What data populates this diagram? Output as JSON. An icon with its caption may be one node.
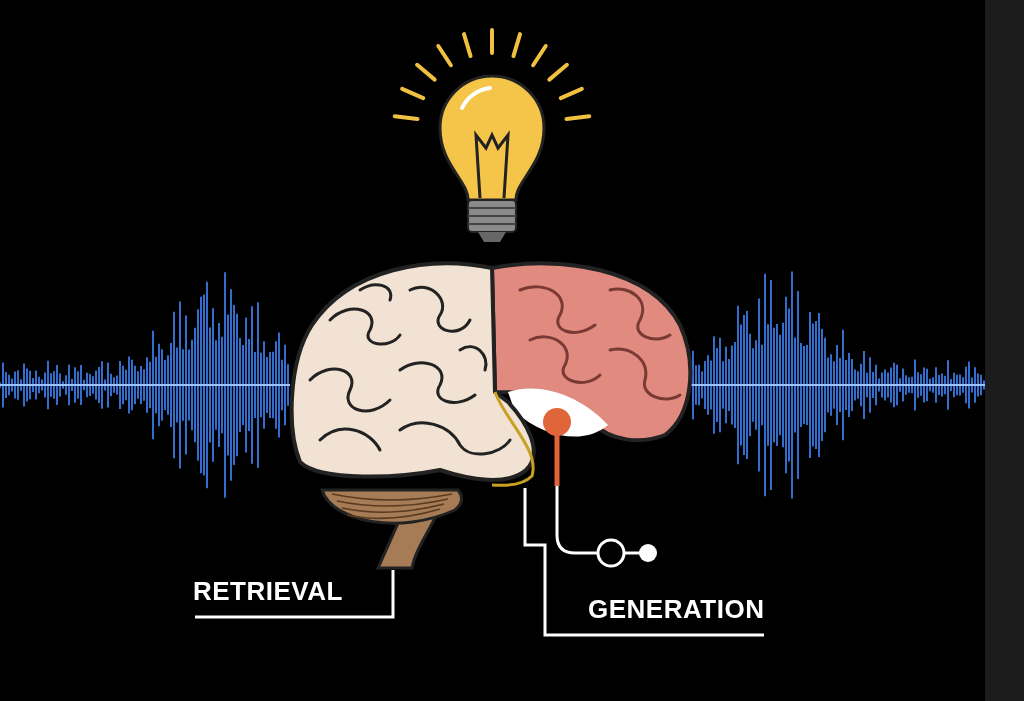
{
  "diagram": {
    "nodes": [
      {
        "text": [
          "RETRIEVAL"
        ]
      },
      {
        "text": [
          "GENERATION"
        ]
      },
      {
        "text": [],
        "shape": "picture"
      },
      {
        "text": [],
        "shape": "picture"
      }
    ],
    "edges": [
      {
        "from": 0,
        "to": 3,
        "arrow": "none"
      },
      {
        "from": 1,
        "to": 2,
        "arrow": "none"
      }
    ]
  }
}
